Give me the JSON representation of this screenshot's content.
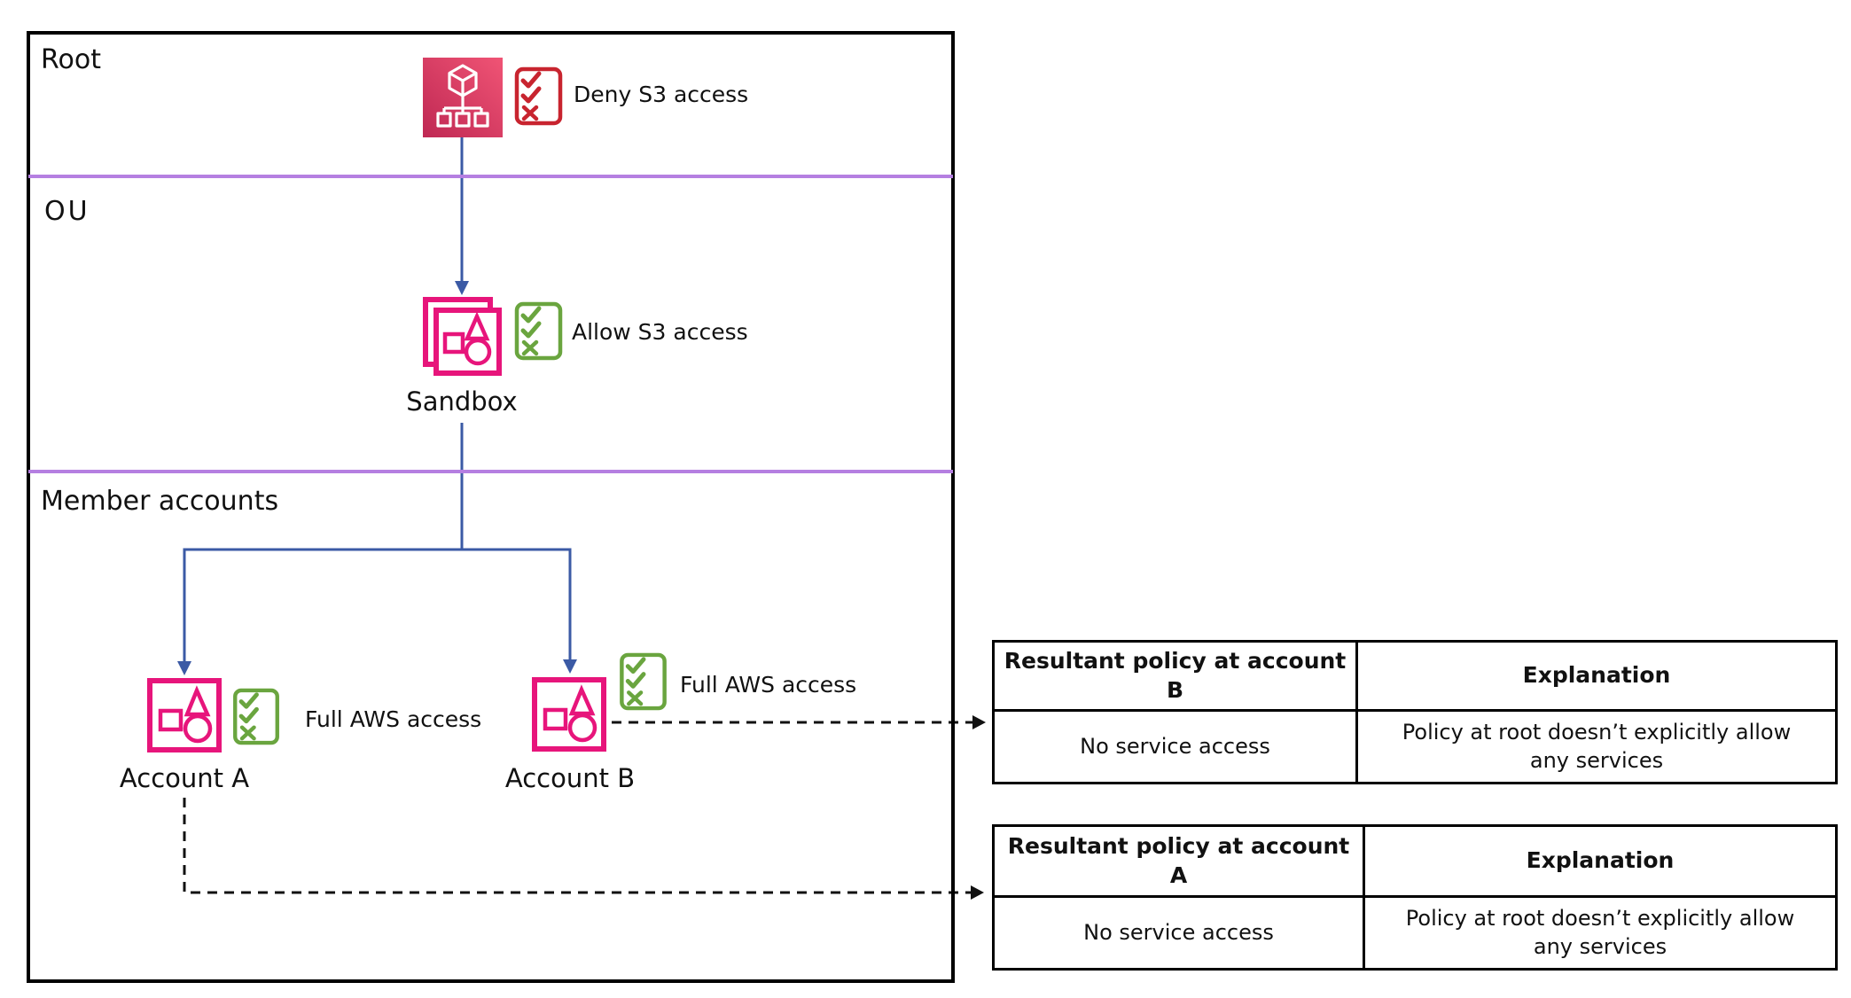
{
  "diagram": {
    "sections": [
      {
        "label": "Root"
      },
      {
        "label": "OU"
      },
      {
        "label": "Member accounts"
      }
    ],
    "root": {
      "policy": "Deny S3 access"
    },
    "sandbox": {
      "label": "Sandbox",
      "policy": "Allow S3 access"
    },
    "account_a": {
      "label": "Account A",
      "policy": "Full AWS access"
    },
    "account_b": {
      "label": "Account B",
      "policy": "Full AWS access"
    }
  },
  "tables": {
    "account_b": {
      "headers": [
        "Resultant policy at account B",
        "Explanation"
      ],
      "row": [
        "No service access",
        "Policy at root doesn’t explicitly allow any services"
      ]
    },
    "account_a": {
      "headers": [
        "Resultant policy at account A",
        "Explanation"
      ],
      "row": [
        "No service access",
        "Policy at root doesn’t explicitly allow any services"
      ]
    }
  },
  "icons": {
    "root": "aws-organizations-icon",
    "ou": "organizational-unit-icon",
    "account": "aws-account-icon",
    "deny_policy": "policy-checklist-red-icon",
    "allow_policy": "policy-checklist-green-icon"
  },
  "colors": {
    "pink": "#e7157b",
    "root_gradient_start": "#bf2853",
    "root_gradient_end": "#f05475",
    "red": "#c8242f",
    "green": "#6aa53f",
    "blue": "#3b5aa5",
    "purple": "#b57fe1",
    "border": "#000000"
  }
}
